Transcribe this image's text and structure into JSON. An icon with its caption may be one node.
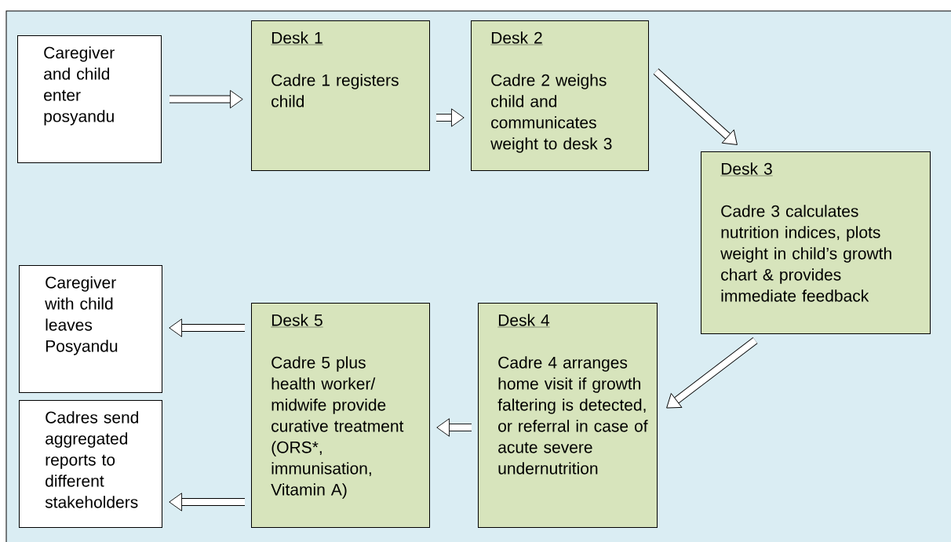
{
  "diagram": {
    "nodes": [
      {
        "text": [
          "Caregiver and child enter posyandu"
        ]
      },
      {
        "text": [
          "Desk 1",
          "Cadre 1 registers child"
        ]
      },
      {
        "text": [
          "Desk  2",
          "Cadre 2 weighs child and communicates weight to desk 3"
        ]
      },
      {
        "text": [
          "Desk 3",
          "Cadre 3 calculates nutrition indices, plots weight in child’s growth chart & provides immediate feedback"
        ]
      },
      {
        "text": [
          "Desk 4",
          "Cadre 4 arranges home visit if growth faltering is detected, or referral in case of acute severe undernutrition"
        ]
      },
      {
        "text": [
          "Desk 5",
          "Cadre 5 plus health worker/ midwife provide curative treatment (ORS*, immunisation, Vitamin A)"
        ]
      },
      {
        "text": [
          "Caregiver with child leaves Posyandu"
        ]
      },
      {
        "text": [
          "Cadres send aggregated reports to different stakeholders"
        ]
      }
    ],
    "edges": [
      {
        "from": 0,
        "to": 1,
        "arrow": "to"
      },
      {
        "from": 1,
        "to": 2,
        "arrow": "to"
      },
      {
        "from": 2,
        "to": 3,
        "arrow": "to"
      },
      {
        "from": 3,
        "to": 4,
        "arrow": "to"
      },
      {
        "from": 4,
        "to": 5,
        "arrow": "to"
      },
      {
        "from": 5,
        "to": 6,
        "arrow": "to"
      },
      {
        "from": 5,
        "to": 7,
        "arrow": "to"
      }
    ]
  }
}
